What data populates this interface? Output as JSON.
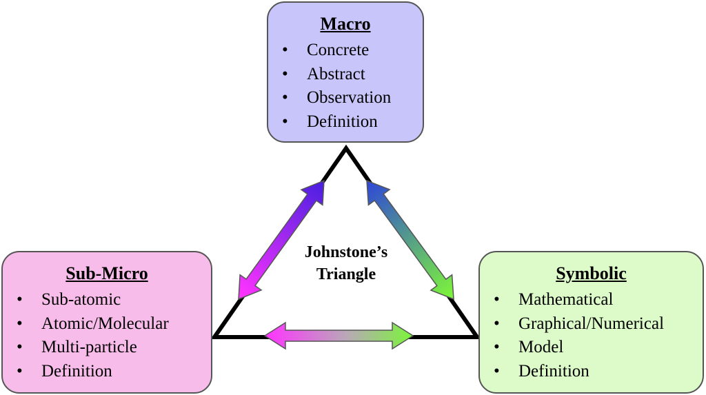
{
  "center_label": {
    "line1": "Johnstone’s",
    "line2": "Triangle"
  },
  "boxes": {
    "macro": {
      "title": "Macro",
      "fill": "#c8c5fa",
      "items": [
        "Concrete",
        "Abstract",
        "Observation",
        "Definition"
      ]
    },
    "submicro": {
      "title": "Sub-Micro",
      "fill": "#f7bce9",
      "items": [
        "Sub-atomic",
        "Atomic/Molecular",
        "Multi-particle",
        "Definition"
      ]
    },
    "symbolic": {
      "title": "Symbolic",
      "fill": "#dcfbc9",
      "items": [
        "Mathematical",
        "Graphical/Numerical",
        "Model",
        "Definition"
      ]
    }
  },
  "bullet_char": "•",
  "colors": {
    "triangle_stroke": "#000000",
    "magenta": "#ff33ff",
    "violet": "#4a1fe0",
    "blue": "#2f49d6",
    "green": "#7cf43a"
  }
}
